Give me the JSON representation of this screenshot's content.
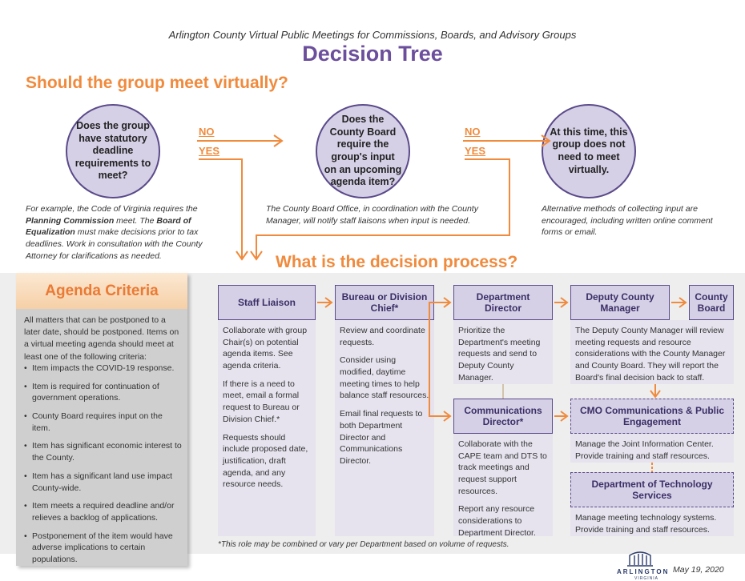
{
  "header": {
    "subtitle": "Arlington County Virtual Public Meetings for Commissions, Boards, and Advisory Groups",
    "title": "Decision Tree"
  },
  "section1": {
    "heading": "Should the group meet virtually?",
    "q1": "Does the group have statutory deadline requirements to meet?",
    "q2": "Does the County Board require the group's input on an upcoming agenda item?",
    "outcome": "At this time, this group does not need to meet virtually.",
    "no_label": "NO",
    "yes_label": "YES",
    "note1": {
      "t1": "For example, the Code of Virginia requires the ",
      "b1": "Planning Commission",
      "t2": " meet. The ",
      "b2": "Board of Equalization",
      "t3": " must make decisions prior to tax deadlines. Work in consultation with the County Attorney for clarifications as needed."
    },
    "note2": "The County Board Office, in coordination with the County Manager, will notify staff liaisons when input is needed.",
    "note3": "Alternative methods of collecting input are encouraged, including written online comment forms or email."
  },
  "section2": {
    "heading": "What is the decision process?"
  },
  "agenda": {
    "title": "Agenda Criteria",
    "intro": "All matters that can be postponed to a later date, should be postponed. Items on a virtual meeting agenda should meet at least one of the following criteria:",
    "items": [
      "Item impacts the COVID-19 response.",
      "Item is required for continuation of government operations.",
      "County Board requires input on the item.",
      "Item has significant economic interest to the County.",
      "Item has a significant land use impact County-wide.",
      "Item meets a required deadline and/or relieves a backlog of applications.",
      "Postponement of the item would have adverse implications to certain populations."
    ]
  },
  "roles": {
    "staff_liaison": {
      "title": "Staff Liaison",
      "desc": [
        "Collaborate with group Chair(s) on potential agenda items. See agenda criteria.",
        "If there is a need to meet, email a formal request to Bureau or Division Chief.*",
        "Requests should include proposed date, justification, draft agenda, and any resource needs."
      ]
    },
    "bureau_chief": {
      "title": "Bureau or Division Chief*",
      "desc": [
        "Review and coordinate requests.",
        "Consider using modified, daytime meeting times to help balance staff resources.",
        "Email final requests to both Department Director and Communications Director."
      ]
    },
    "dept_director": {
      "title": "Department Director",
      "desc": [
        "Prioritize the Department's meeting requests and send to Deputy County Manager."
      ]
    },
    "comms_director": {
      "title": "Communications Director*",
      "desc": [
        "Collaborate with the CAPE team and DTS to track meetings and request support resources.",
        "Report any resource considerations to Department Director."
      ]
    },
    "deputy_manager": {
      "title": "Deputy County Manager",
      "desc": [
        "The Deputy County Manager will review meeting requests and resource considerations with the County Manager and County Board. They will report the Board's final decision back to staff."
      ]
    },
    "county_board": {
      "title": "County Board"
    },
    "cmo": {
      "title": "CMO Communications & Public Engagement",
      "desc": [
        "Manage the Joint Information Center. Provide training and staff resources."
      ]
    },
    "dts": {
      "title": "Department of Technology Services",
      "desc": [
        "Manage meeting technology systems. Provide training and staff resources."
      ]
    }
  },
  "footer": {
    "footnote": "*This role may be combined or vary per Department based on volume of requests.",
    "logo_text": "ARLINGTON",
    "logo_sub": "VIRGINIA",
    "date": "May 19, 2020"
  },
  "colors": {
    "orange": "#f08a3c",
    "purple": "#6c4f9c",
    "lavender": "#d6d0e6",
    "dark_purple": "#5a4a8a"
  }
}
